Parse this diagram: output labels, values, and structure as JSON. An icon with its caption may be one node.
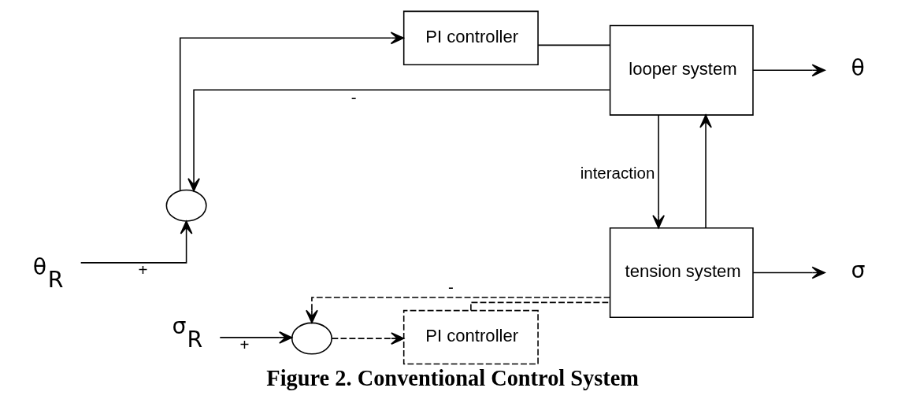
{
  "diagram": {
    "caption": "Figure 2. Conventional Control System",
    "nodes": [
      {
        "text": [
          "θ$_{R}$"
        ]
      },
      {
        "text": [],
        "shape": "circle"
      },
      {
        "text": [
          "PI controller"
        ]
      },
      {
        "text": [
          "looper system"
        ]
      },
      {
        "text": [
          "θ"
        ]
      },
      {
        "text": [
          "σ$_{R}$"
        ]
      },
      {
        "text": [],
        "shape": "circle"
      },
      {
        "text": [
          "PI controller"
        ]
      },
      {
        "text": [
          "tension system"
        ]
      },
      {
        "text": [
          "σ"
        ]
      }
    ],
    "edges": [
      {
        "from": 0,
        "to": 1,
        "arrow": "to",
        "label": "+"
      },
      {
        "from": 1,
        "to": 2,
        "arrow": "to"
      },
      {
        "from": 2,
        "to": 3,
        "arrow": "none"
      },
      {
        "from": 3,
        "to": 4,
        "arrow": "to"
      },
      {
        "from": 3,
        "to": 1,
        "arrow": "to",
        "label": "-"
      },
      {
        "from": 8,
        "to": 3,
        "arrow": "to"
      },
      {
        "from": 3,
        "to": 8,
        "arrow": "to",
        "label": "interaction"
      },
      {
        "from": 5,
        "to": 6,
        "arrow": "to",
        "label": "+"
      },
      {
        "from": 6,
        "to": 7,
        "arrow": "to",
        "style": "dashed"
      },
      {
        "from": 7,
        "to": 8,
        "arrow": "none",
        "style": "dashed"
      },
      {
        "from": 8,
        "to": 9,
        "arrow": "to"
      },
      {
        "from": 8,
        "to": 6,
        "arrow": "to",
        "label": "-",
        "style": "dashed"
      }
    ]
  }
}
